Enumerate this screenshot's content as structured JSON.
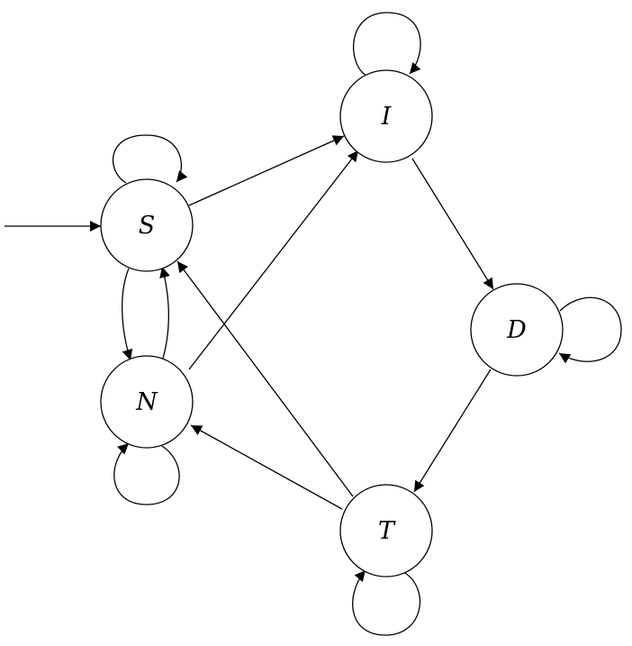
{
  "diagram": {
    "type": "state-transition-diagram",
    "stroke_color": "#000000",
    "fill_color": "#ffffff",
    "nodes": [
      {
        "id": "S",
        "label": "S",
        "initial": true
      },
      {
        "id": "I",
        "label": "I"
      },
      {
        "id": "D",
        "label": "D"
      },
      {
        "id": "N",
        "label": "N"
      },
      {
        "id": "T",
        "label": "T"
      }
    ],
    "edges": [
      {
        "from": "S",
        "to": "S"
      },
      {
        "from": "S",
        "to": "I"
      },
      {
        "from": "S",
        "to": "N"
      },
      {
        "from": "I",
        "to": "I"
      },
      {
        "from": "I",
        "to": "D"
      },
      {
        "from": "D",
        "to": "D"
      },
      {
        "from": "D",
        "to": "T"
      },
      {
        "from": "N",
        "to": "N"
      },
      {
        "from": "N",
        "to": "S"
      },
      {
        "from": "N",
        "to": "I"
      },
      {
        "from": "T",
        "to": "T"
      },
      {
        "from": "T",
        "to": "S"
      },
      {
        "from": "T",
        "to": "N"
      }
    ]
  }
}
